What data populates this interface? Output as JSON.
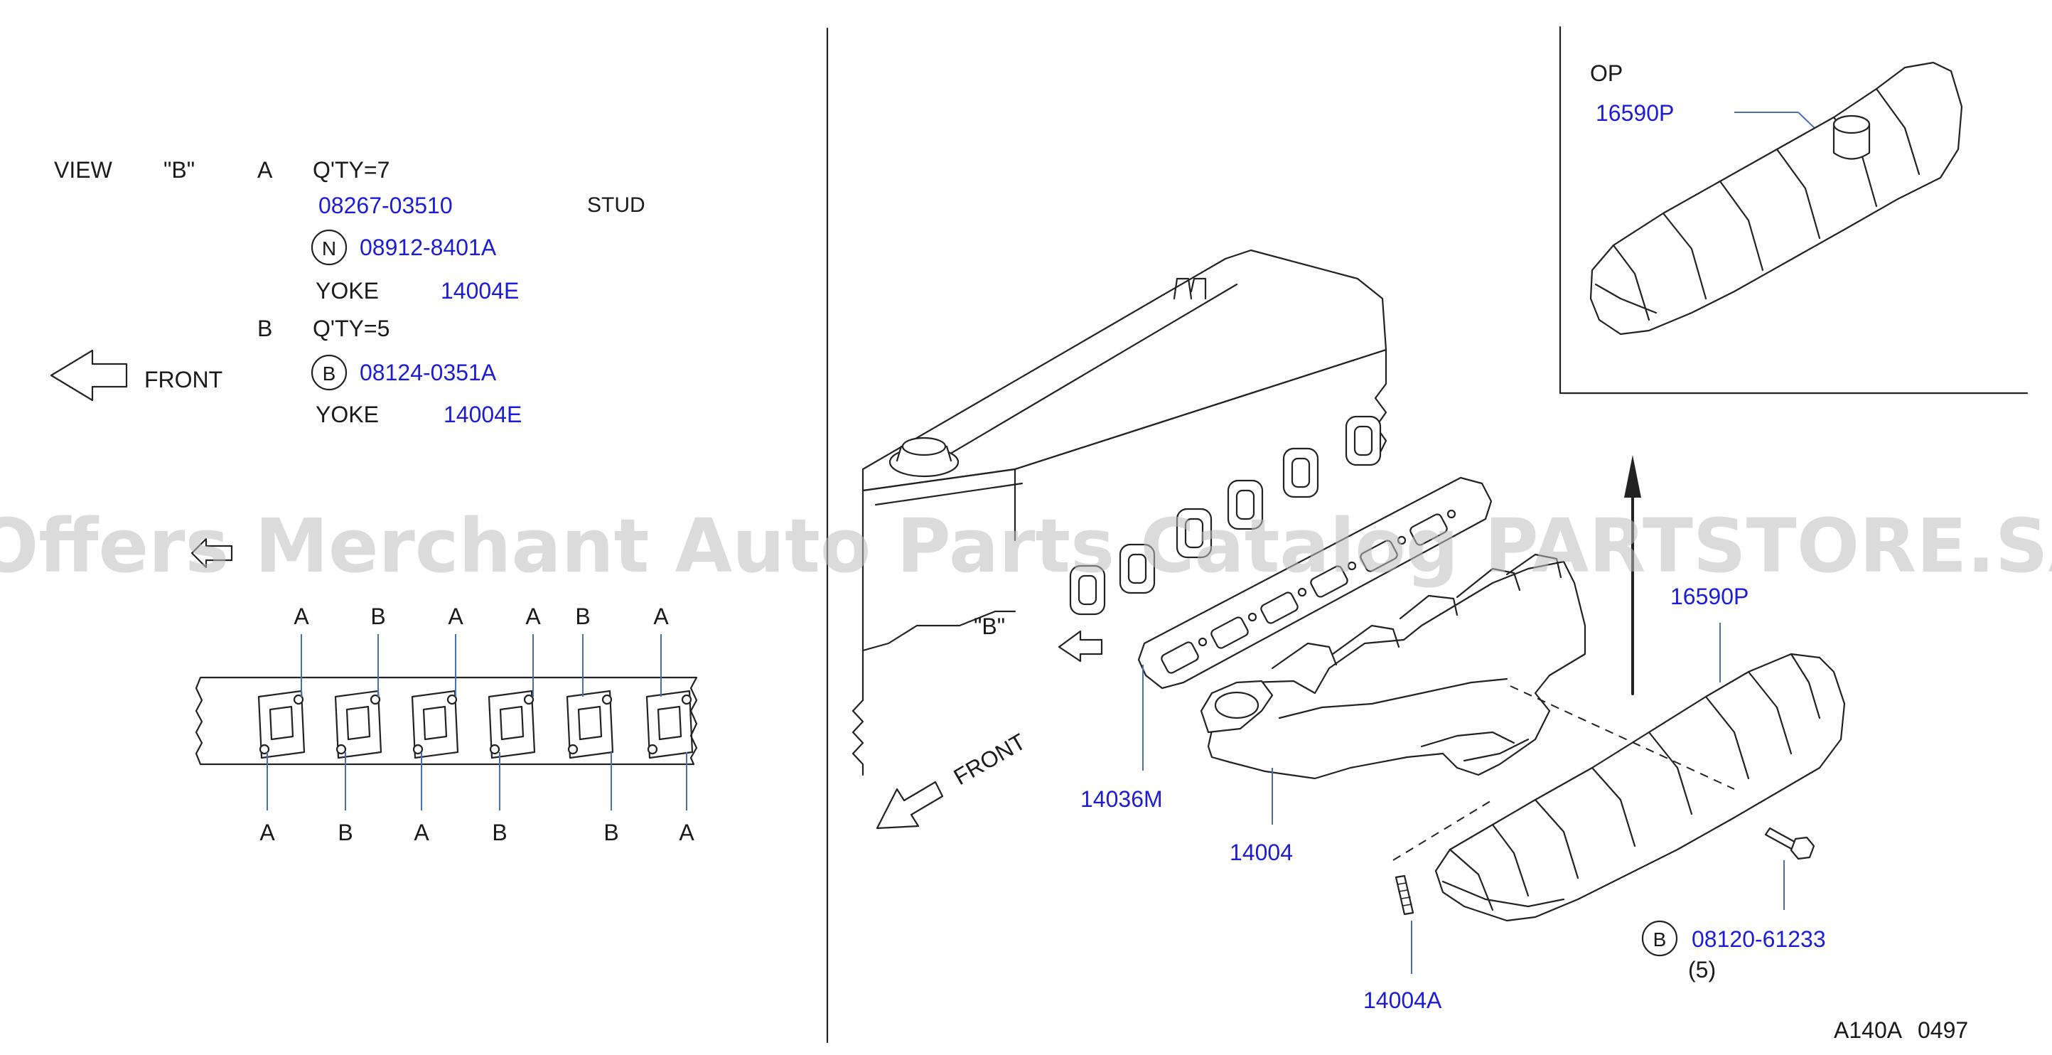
{
  "view": {
    "label": "VIEW",
    "name": "\"B\"",
    "group_a": {
      "letter": "A",
      "qty": "Q'TY=7",
      "stud_part": "08267-03510",
      "stud_label": "STUD",
      "nut_symbol": "N",
      "nut_part": "08912-8401A",
      "yoke_label": "YOKE",
      "yoke_part": "14004E"
    },
    "group_b": {
      "letter": "B",
      "qty": "Q'TY=5",
      "bolt_symbol": "B",
      "bolt_part": "08124-0351A",
      "yoke_label": "YOKE",
      "yoke_part": "14004E"
    }
  },
  "front_label_left": "FRONT",
  "front_label_main": "FRONT",
  "stud_top_letters": [
    "A",
    "B",
    "A",
    "A",
    "B",
    "A"
  ],
  "stud_bottom_letters": [
    "A",
    "B",
    "A",
    "B",
    "B",
    "A"
  ],
  "callouts": {
    "view_b": "\"B\"",
    "heat_shield_main": "16590P",
    "gasket": "14036M",
    "manifold": "14004",
    "stud": "14004A",
    "bolt_symbol": "B",
    "bolt_part": "08120-61233",
    "bolt_qty": "(5)"
  },
  "inset": {
    "label": "OP",
    "part": "16590P"
  },
  "footer": {
    "code": "A140A",
    "number": "0497"
  },
  "watermark": "Offers Merchant Auto Parts Catalog PARTSTORE.SA"
}
